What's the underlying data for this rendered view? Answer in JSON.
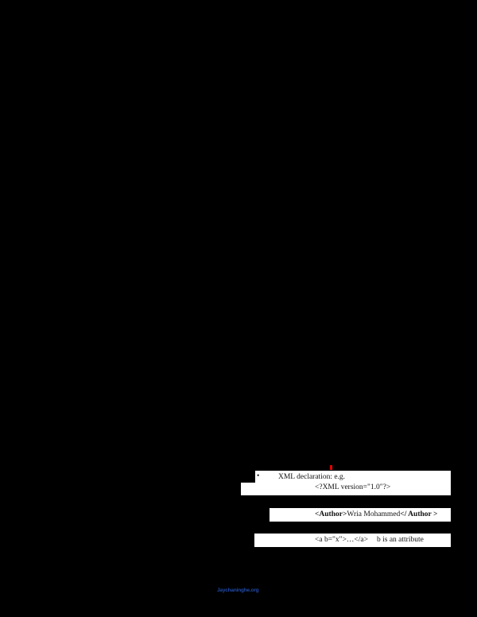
{
  "document": {
    "background_color": "#000000",
    "accent_mark_color": "#e00000",
    "link_color": "#1f4aa8"
  },
  "list": {
    "bullet": "•",
    "items": [
      {
        "label": "XML declaration: e.g.",
        "example": "<?XML version=\"1.0\"?>"
      },
      {
        "example_open_tag": "<Author>",
        "example_text": "Wria Mohammed",
        "example_close_tag": "</ Author >"
      },
      {
        "example": "<a b=\"x\">…</a>",
        "note": "b is an attribute"
      }
    ]
  },
  "footer": {
    "link_text": "Jaychaninghe.org"
  }
}
